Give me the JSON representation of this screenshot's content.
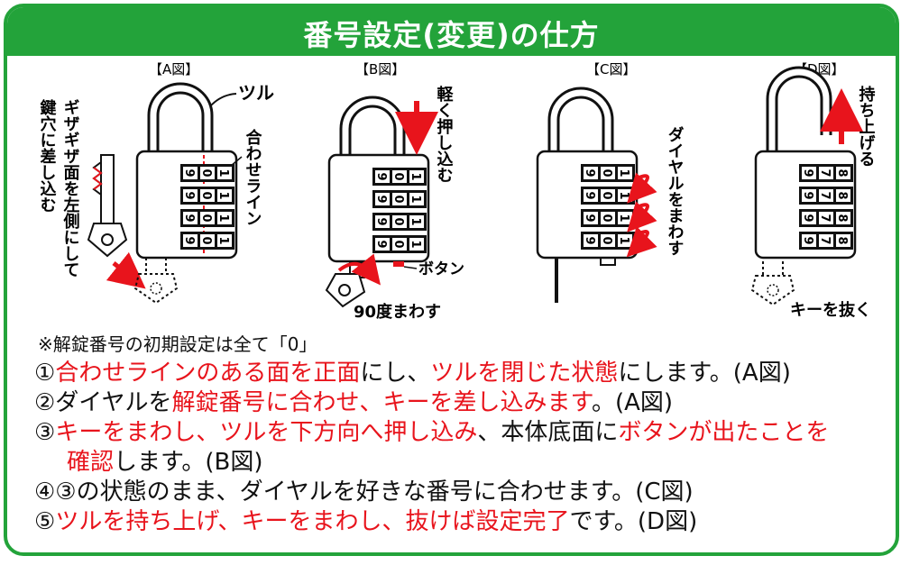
{
  "header": {
    "title": "番号設定(変更)の仕方"
  },
  "figures": {
    "a": {
      "label": "【A図】",
      "tsuru": "ツル",
      "match_line": "合わせライン",
      "key_note": "ギザギザ面を左側にして",
      "keyhole_note": "鍵穴に差し込む"
    },
    "b": {
      "label": "【B図】",
      "push_note": "軽く押し込む",
      "button": "ボタン",
      "rotate_note": "90度まわす"
    },
    "c": {
      "label": "【C図】",
      "dial_note": "ダイヤルをまわす"
    },
    "d": {
      "label": "【D図】",
      "lift_note": "持ち上げる",
      "remove_note": "キーを抜く"
    }
  },
  "dials": {
    "zero": [
      "9",
      "0",
      "1"
    ],
    "eight": [
      "9",
      "7",
      "8"
    ]
  },
  "note": "※解錠番号の初期設定は全て「0」",
  "steps": [
    [
      {
        "t": "①",
        "red": false
      },
      {
        "t": "合わせラインのある面を正面",
        "red": true
      },
      {
        "t": "にし、",
        "red": false
      },
      {
        "t": "ツルを閉じた状態",
        "red": true
      },
      {
        "t": "にします。(A図)",
        "red": false
      }
    ],
    [
      {
        "t": "②ダイヤルを",
        "red": false
      },
      {
        "t": "解錠番号に合わせ、キーを差し込みます",
        "red": true
      },
      {
        "t": "。(A図)",
        "red": false
      }
    ],
    [
      {
        "t": "③",
        "red": false
      },
      {
        "t": "キーをまわし、ツルを下方向へ押し込み",
        "red": true
      },
      {
        "t": "、本体底面に",
        "red": false
      },
      {
        "t": "ボタンが出たことを",
        "red": true
      }
    ],
    [
      {
        "t": "確認",
        "red": true
      },
      {
        "t": "します。(B図)",
        "red": false
      }
    ],
    [
      {
        "t": "④③の状態のまま、ダイヤルを好きな番号に合わせます。(C図)",
        "red": false
      }
    ],
    [
      {
        "t": "⑤",
        "red": false
      },
      {
        "t": "ツルを持ち上げ、キーをまわし、抜けば設定完了",
        "red": true
      },
      {
        "t": "です。(D図)",
        "red": false
      }
    ]
  ],
  "colors": {
    "green": "#23a33a",
    "red": "#e8141c"
  }
}
